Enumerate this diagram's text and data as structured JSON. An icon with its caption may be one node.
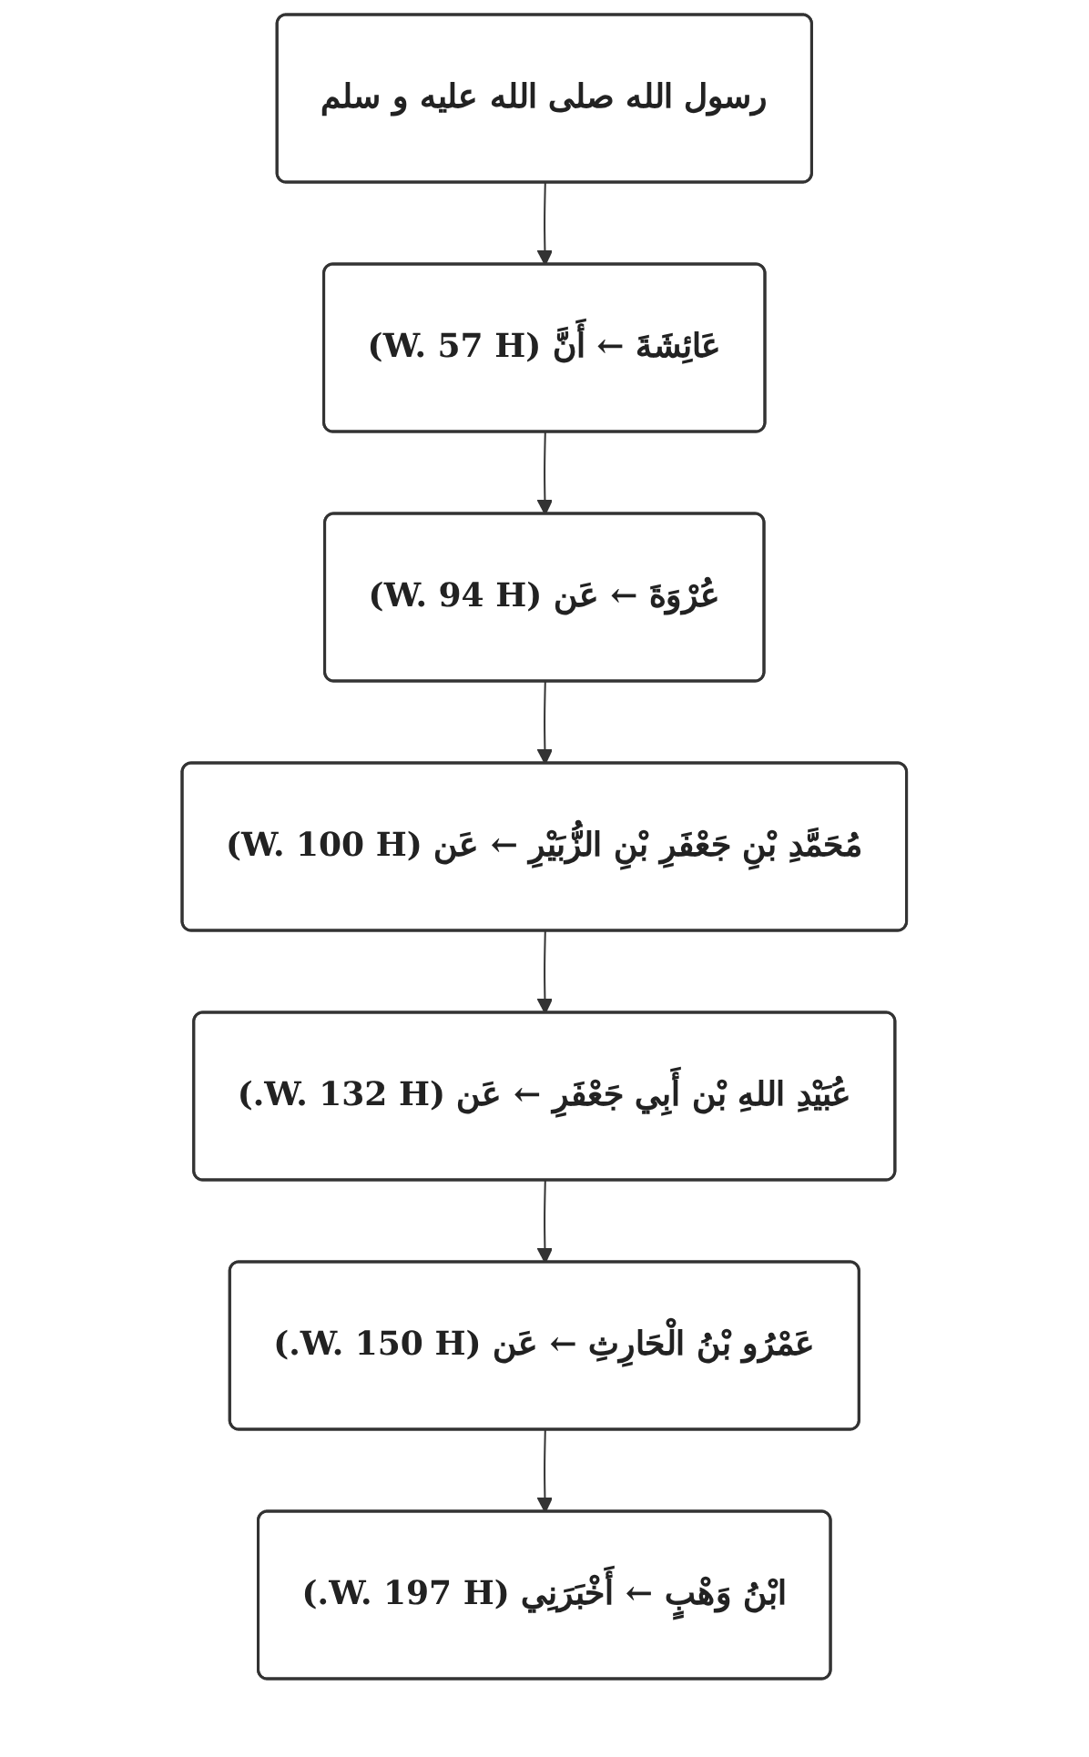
{
  "diagram": {
    "nodes": [
      {
        "text": [
          "رسول الله صلى الله عليه و سلم"
        ]
      },
      {
        "text": [
          "عَائِشَةَ ← أَنَّ (W. 57 H)"
        ]
      },
      {
        "text": [
          "عُرْوَةَ ← عَن (W. 94 H)"
        ]
      },
      {
        "text": [
          "مُحَمَّدِ بْنِ جَعْفَرِ بْنِ الزُّبَيْرِ ← عَن (W. 100 H)"
        ]
      },
      {
        "text": [
          "عُبَيْدِ اللهِ بْن أَبِي جَعْفَرِ ← عَن (W. 132 H.)"
        ]
      },
      {
        "text": [
          "عَمْرُو بْنُ الْحَارِثِ ← عَن (W. 150 H.)"
        ]
      },
      {
        "text": [
          "ابْنُ وَهْبٍ ← أَخْبَرَنِي (W. 197 H.)"
        ]
      }
    ],
    "edges": [
      {
        "from": 0,
        "to": 1,
        "arrow": "to"
      },
      {
        "from": 1,
        "to": 2,
        "arrow": "to"
      },
      {
        "from": 2,
        "to": 3,
        "arrow": "to"
      },
      {
        "from": 3,
        "to": 4,
        "arrow": "to"
      },
      {
        "from": 4,
        "to": 5,
        "arrow": "to"
      },
      {
        "from": 5,
        "to": 6,
        "arrow": "to"
      }
    ]
  }
}
